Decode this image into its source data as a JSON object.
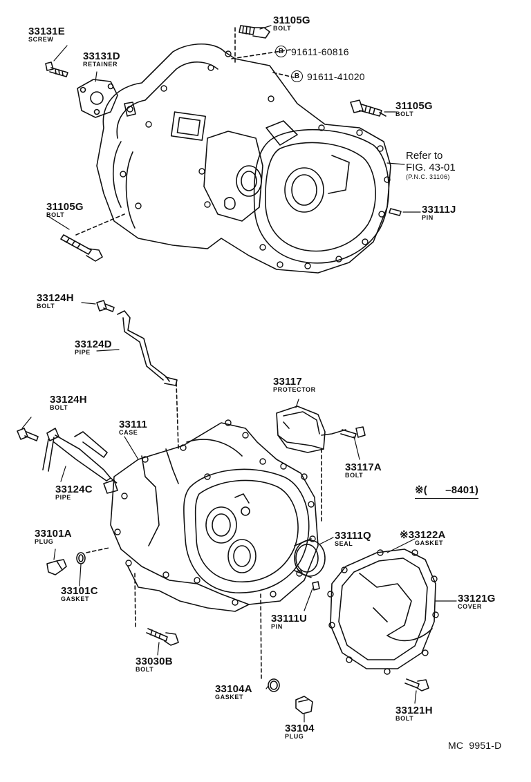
{
  "callouts": {
    "p33131E": {
      "number": "33131E",
      "name": "SCREW"
    },
    "p33131D": {
      "number": "33131D",
      "name": "RETAINER"
    },
    "p31105G_top": {
      "number": "31105G",
      "name": "BOLT"
    },
    "p91611_60816": {
      "marker": "B",
      "number": "91611-60816"
    },
    "p91611_41020": {
      "marker": "B",
      "number": "91611-41020"
    },
    "p31105G_right": {
      "number": "31105G",
      "name": "BOLT"
    },
    "refer": {
      "line1": "Refer to",
      "line2": "FIG. 43-01",
      "line3": "(P.N.C. 31106)"
    },
    "p33111J": {
      "number": "33111J",
      "name": "PIN"
    },
    "p31105G_left": {
      "number": "31105G",
      "name": "BOLT"
    },
    "p33124H_top": {
      "number": "33124H",
      "name": "BOLT"
    },
    "p33124D": {
      "number": "33124D",
      "name": "PIPE"
    },
    "p33117": {
      "number": "33117",
      "name": "PROTECTOR"
    },
    "p33124H_mid": {
      "number": "33124H",
      "name": "BOLT"
    },
    "p33111": {
      "number": "33111",
      "name": "CASE"
    },
    "p33117A": {
      "number": "33117A",
      "name": "BOLT"
    },
    "p33124C": {
      "number": "33124C",
      "name": "PIPE"
    },
    "note": {
      "text": "※(      –8401)"
    },
    "p33101A": {
      "number": "33101A",
      "name": "PLUG"
    },
    "p33111Q": {
      "number": "33111Q",
      "name": "SEAL"
    },
    "p33122A": {
      "marker": "※",
      "number": "33122A",
      "name": "GASKET"
    },
    "p33101C": {
      "number": "33101C",
      "name": "GASKET"
    },
    "p33121G": {
      "number": "33121G",
      "name": "COVER"
    },
    "p33111U": {
      "number": "33111U",
      "name": "PIN"
    },
    "p33030B": {
      "number": "33030B",
      "name": "BOLT"
    },
    "p33104A": {
      "number": "33104A",
      "name": "GASKET"
    },
    "p33121H": {
      "number": "33121H",
      "name": "BOLT"
    },
    "p33104": {
      "number": "33104",
      "name": "PLUG"
    }
  },
  "footer": {
    "code": "MC  9951-D"
  }
}
